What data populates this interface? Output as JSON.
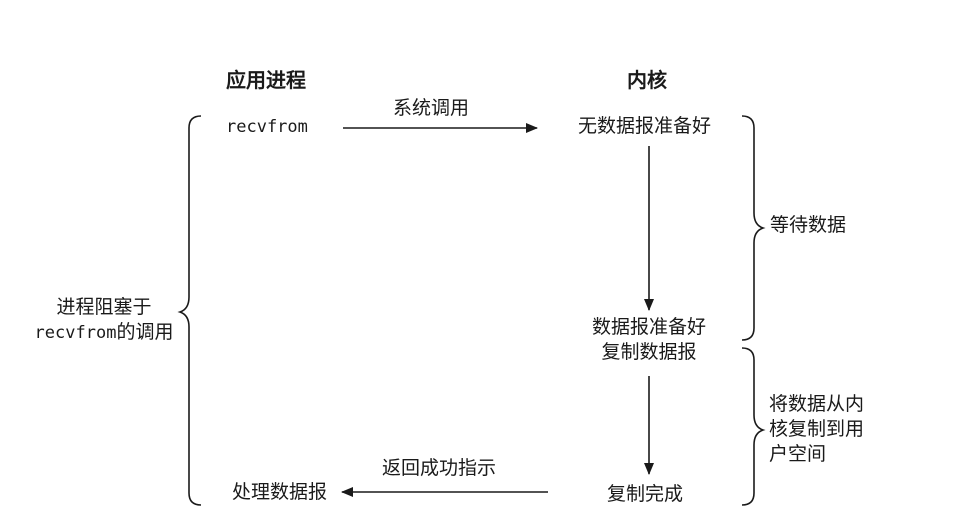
{
  "headers": {
    "app_process": "应用进程",
    "kernel": "内核"
  },
  "app": {
    "recvfrom": "recvfrom",
    "process_datagram": "处理数据报",
    "blocked_line1": "进程阻塞于",
    "blocked_line2_code": "recvfrom",
    "blocked_line2_rest": "的调用"
  },
  "arrows": {
    "system_call": "系统调用",
    "return_success": "返回成功指示"
  },
  "kernel": {
    "no_datagram_ready": "无数据报准备好",
    "datagram_ready": "数据报准备好",
    "copy_datagram": "复制数据报",
    "copy_complete": "复制完成"
  },
  "phases": {
    "wait_for_data": "等待数据",
    "copy_line1": "将数据从内",
    "copy_line2": "核复制到用",
    "copy_line3": "户空间"
  },
  "colors": {
    "ink": "#1a1a1a",
    "background": "#ffffff"
  }
}
